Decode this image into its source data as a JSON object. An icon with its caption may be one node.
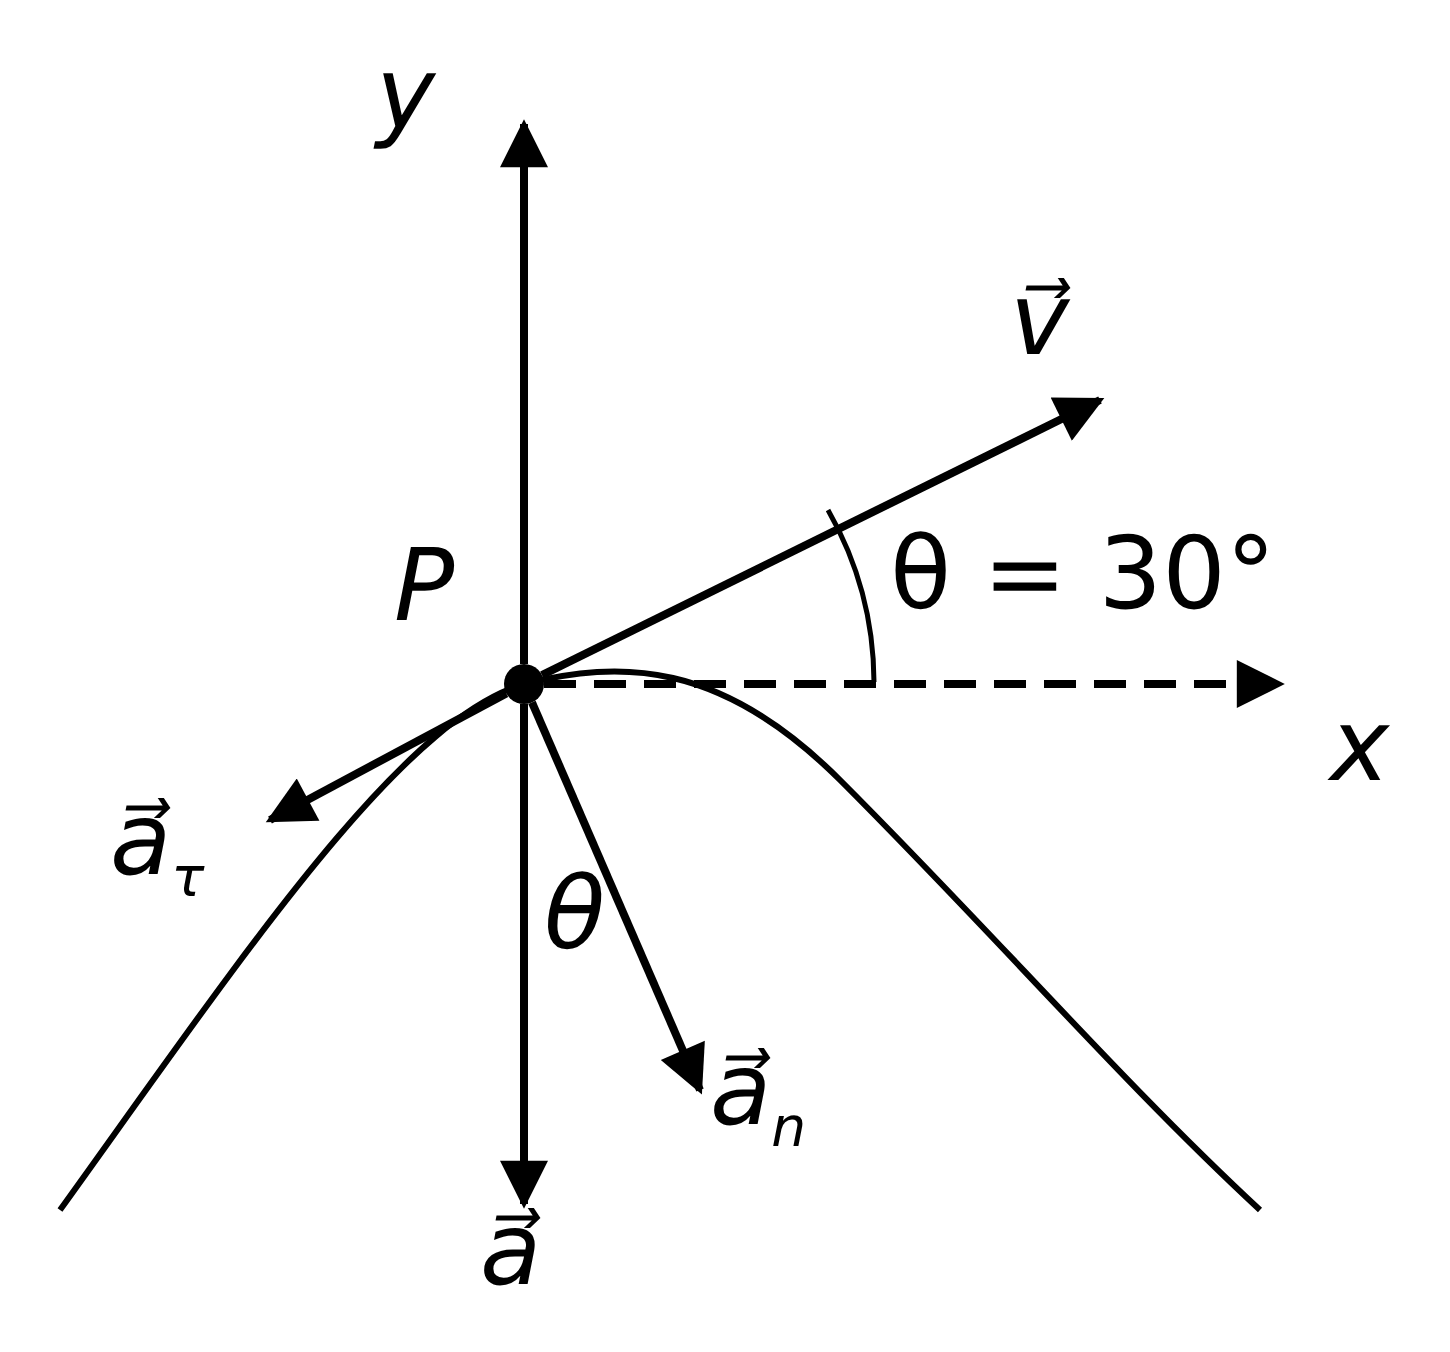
{
  "diagram": {
    "nodes": [
      {
        "text": [],
        "shape": "circle",
        "beside": [
          "P"
        ]
      },
      {
        "text": [
          "y"
        ]
      },
      {
        "text": [
          "v⃗"
        ]
      },
      {
        "text": [
          "x"
        ]
      },
      {
        "text": [
          "a⃗$_{τ}$"
        ]
      },
      {
        "text": [
          "a⃗$_{n}$"
        ]
      },
      {
        "text": [
          "a⃗"
        ]
      }
    ],
    "edges": [
      {
        "from": 0,
        "to": 1,
        "arrow": "to"
      },
      {
        "from": 0,
        "to": 2,
        "arrow": "to"
      },
      {
        "from": 0,
        "to": 3,
        "arrow": "to",
        "style": "dashed"
      },
      {
        "from": 0,
        "to": 4,
        "arrow": "to"
      },
      {
        "from": 0,
        "to": 5,
        "arrow": "to"
      },
      {
        "from": 0,
        "to": 6,
        "arrow": "to"
      }
    ],
    "labels": [
      "θ = 30°",
      "θ"
    ]
  }
}
